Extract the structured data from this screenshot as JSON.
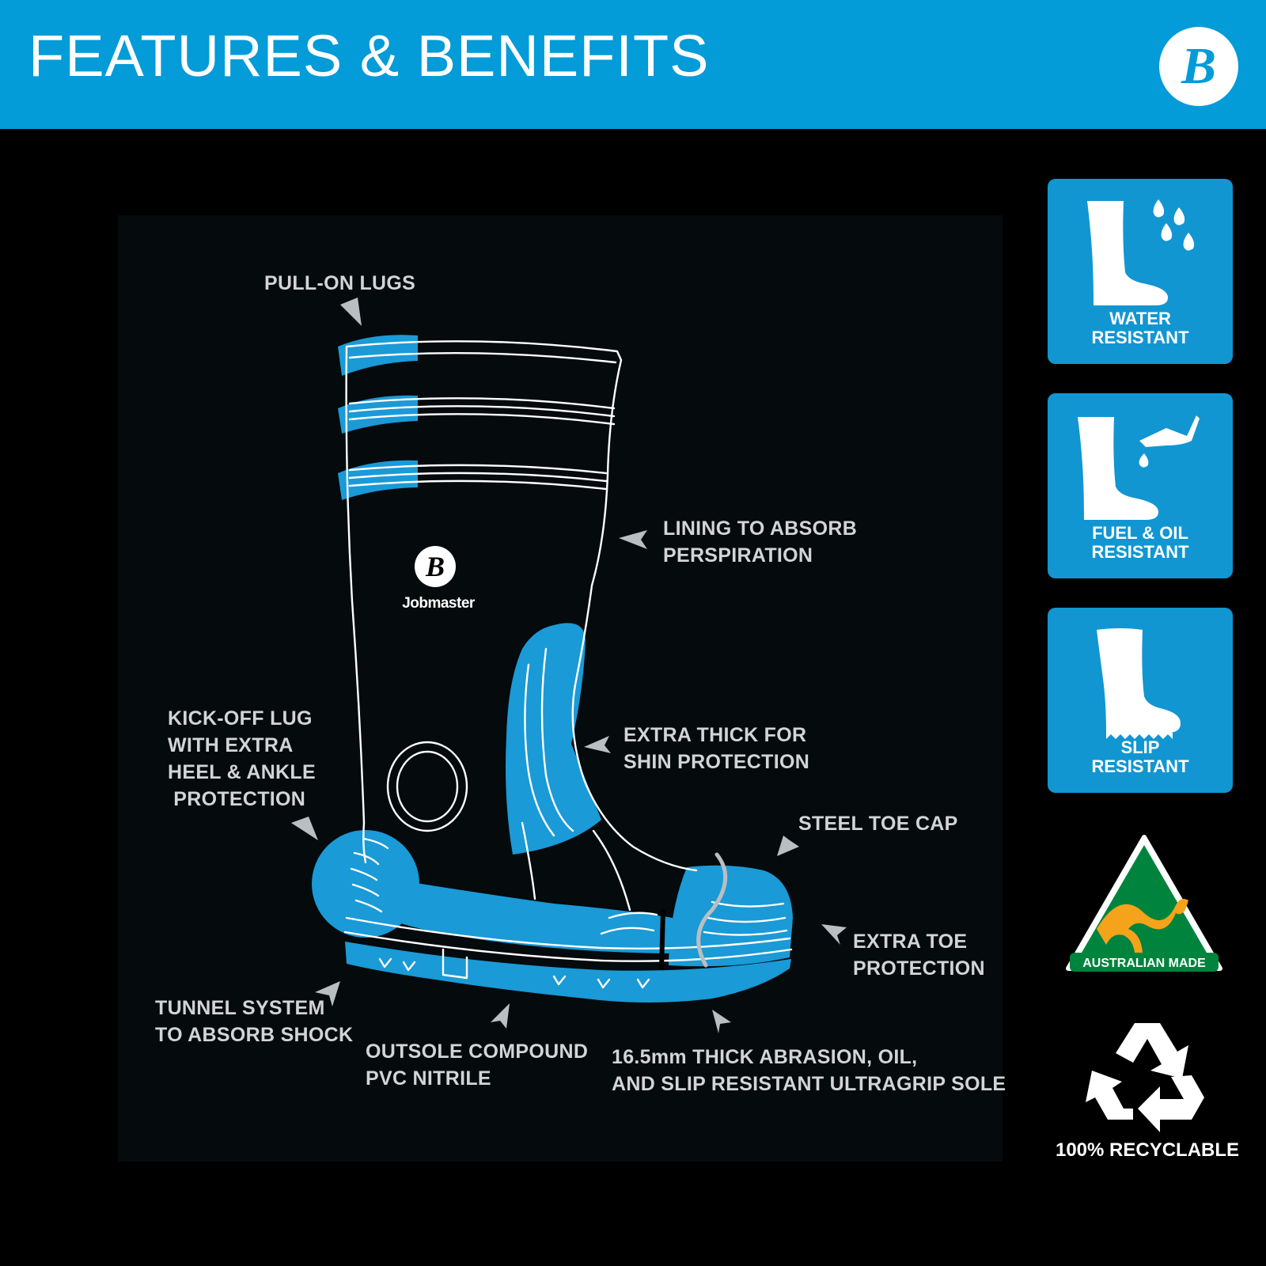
{
  "header": {
    "title": "FEATURES & BENEFITS",
    "logo_letter": "B"
  },
  "brand": {
    "logo_letter": "B",
    "name": "Jobmaster"
  },
  "callouts": {
    "pull_on_lugs": "PULL-ON LUGS",
    "lining": "LINING TO ABSORB\nPERSPIRATION",
    "shin": "EXTRA THICK FOR\nSHIN PROTECTION",
    "kick_off": "KICK-OFF LUG\nWITH EXTRA\nHEEL & ANKLE\n PROTECTION",
    "steel_toe": "STEEL TOE CAP",
    "extra_toe": "EXTRA TOE\nPROTECTION",
    "tunnel": "TUNNEL SYSTEM\nTO ABSORB SHOCK",
    "outsole": "OUTSOLE COMPOUND\nPVC NITRILE",
    "sole": "16.5mm THICK ABRASION, OIL,\nAND SLIP RESISTANT ULTRAGRIP SOLE"
  },
  "badges": [
    {
      "line1": "WATER",
      "line2": "RESISTANT",
      "icon": "boot-water-drops-icon"
    },
    {
      "line1": "FUEL & OIL",
      "line2": "RESISTANT",
      "icon": "boot-oil-can-icon"
    },
    {
      "line1": "SLIP",
      "line2": "RESISTANT",
      "icon": "boot-tread-icon"
    }
  ],
  "australian_made": "AUSTRALIAN MADE",
  "recyclable": "100% RECYCLABLE",
  "colors": {
    "brand_blue": "#039bd8",
    "boot_blue": "#1a9ad6",
    "aus_green": "#00843d",
    "aus_gold": "#f5a31a"
  }
}
